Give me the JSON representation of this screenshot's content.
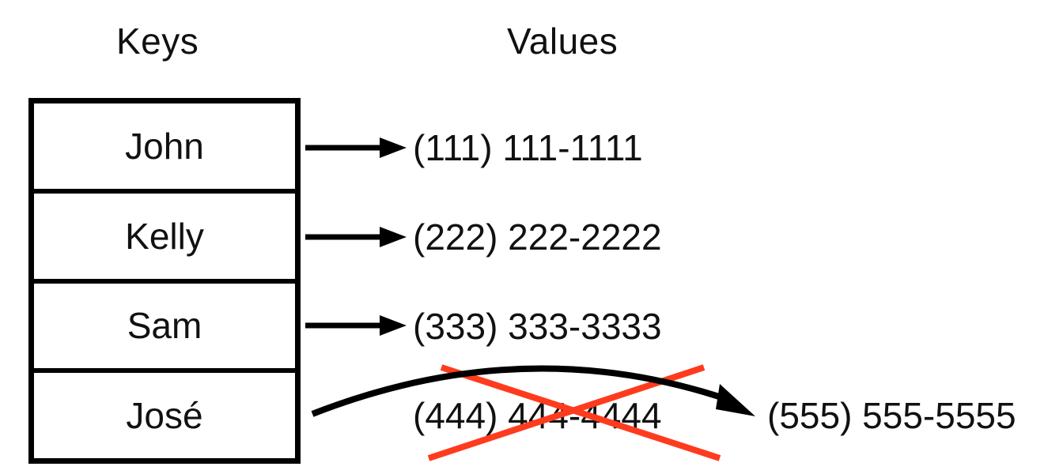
{
  "headings": {
    "keys": "Keys",
    "values": "Values"
  },
  "keys": [
    "John",
    "Kelly",
    "Sam",
    "José"
  ],
  "values": [
    "(111) 111-1111",
    "(222) 222-2222",
    "(333) 333-3333",
    "(444) 444-4444",
    "(555) 555-5555"
  ],
  "colors": {
    "ink": "#000000",
    "strike": "#ff3b1e"
  }
}
